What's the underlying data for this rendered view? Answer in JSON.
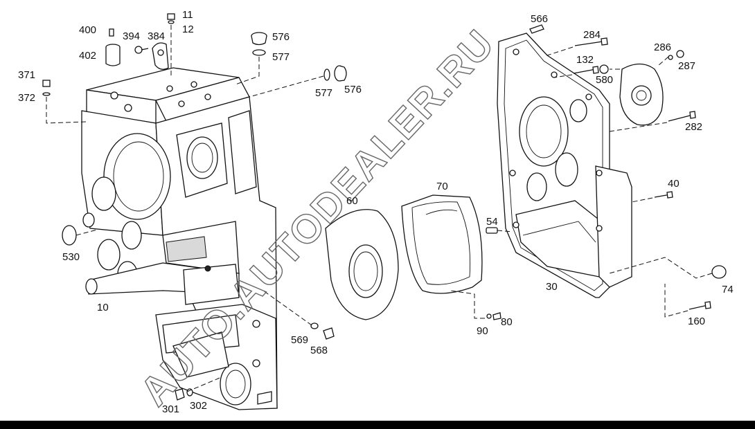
{
  "diagram": {
    "watermark": "AUTO.AUTODEALER.RU",
    "labels": {
      "l11": "11",
      "l12": "12",
      "l400": "400",
      "l394": "394",
      "l384": "384",
      "l402": "402",
      "l371": "371",
      "l372": "372",
      "l576a": "576",
      "l577a": "577",
      "l577b": "577",
      "l576b": "576",
      "l530": "530",
      "l10": "10",
      "l569": "569",
      "l568": "568",
      "l301": "301",
      "l302": "302",
      "l60": "60",
      "l70": "70",
      "l54": "54",
      "l90": "90",
      "l80": "80",
      "l566": "566",
      "l284": "284",
      "l132": "132",
      "l580": "580",
      "l286": "286",
      "l287": "287",
      "l282": "282",
      "l40": "40",
      "l30": "30",
      "l74": "74",
      "l160": "160"
    }
  }
}
